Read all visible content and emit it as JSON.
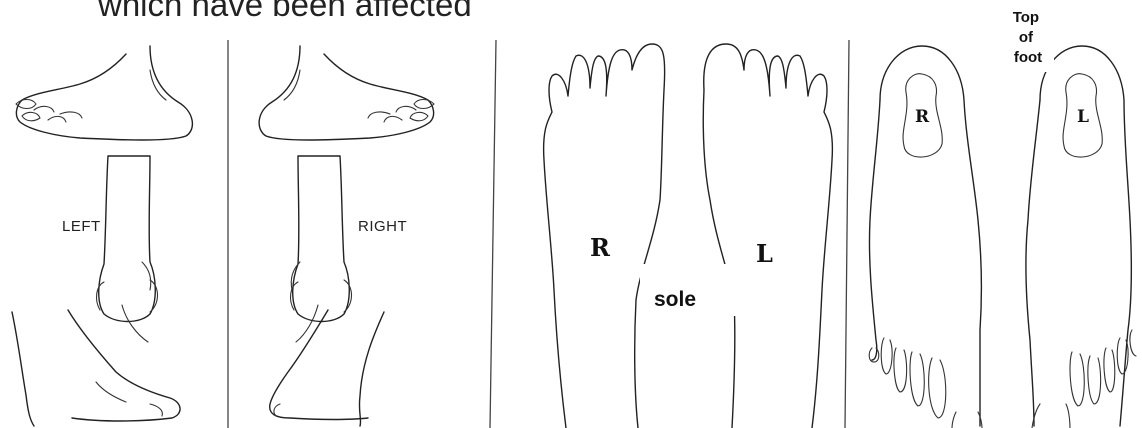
{
  "heading": "which have been affected",
  "panels": {
    "left_views": {
      "label": "LEFT"
    },
    "right_views": {
      "label": "RIGHT"
    },
    "soles": {
      "right_letter": "R",
      "left_letter": "L",
      "caption": "sole"
    },
    "tops": {
      "caption_lines": [
        "Top",
        "of",
        "foot"
      ],
      "right_letter": "R",
      "left_letter": "L"
    }
  }
}
